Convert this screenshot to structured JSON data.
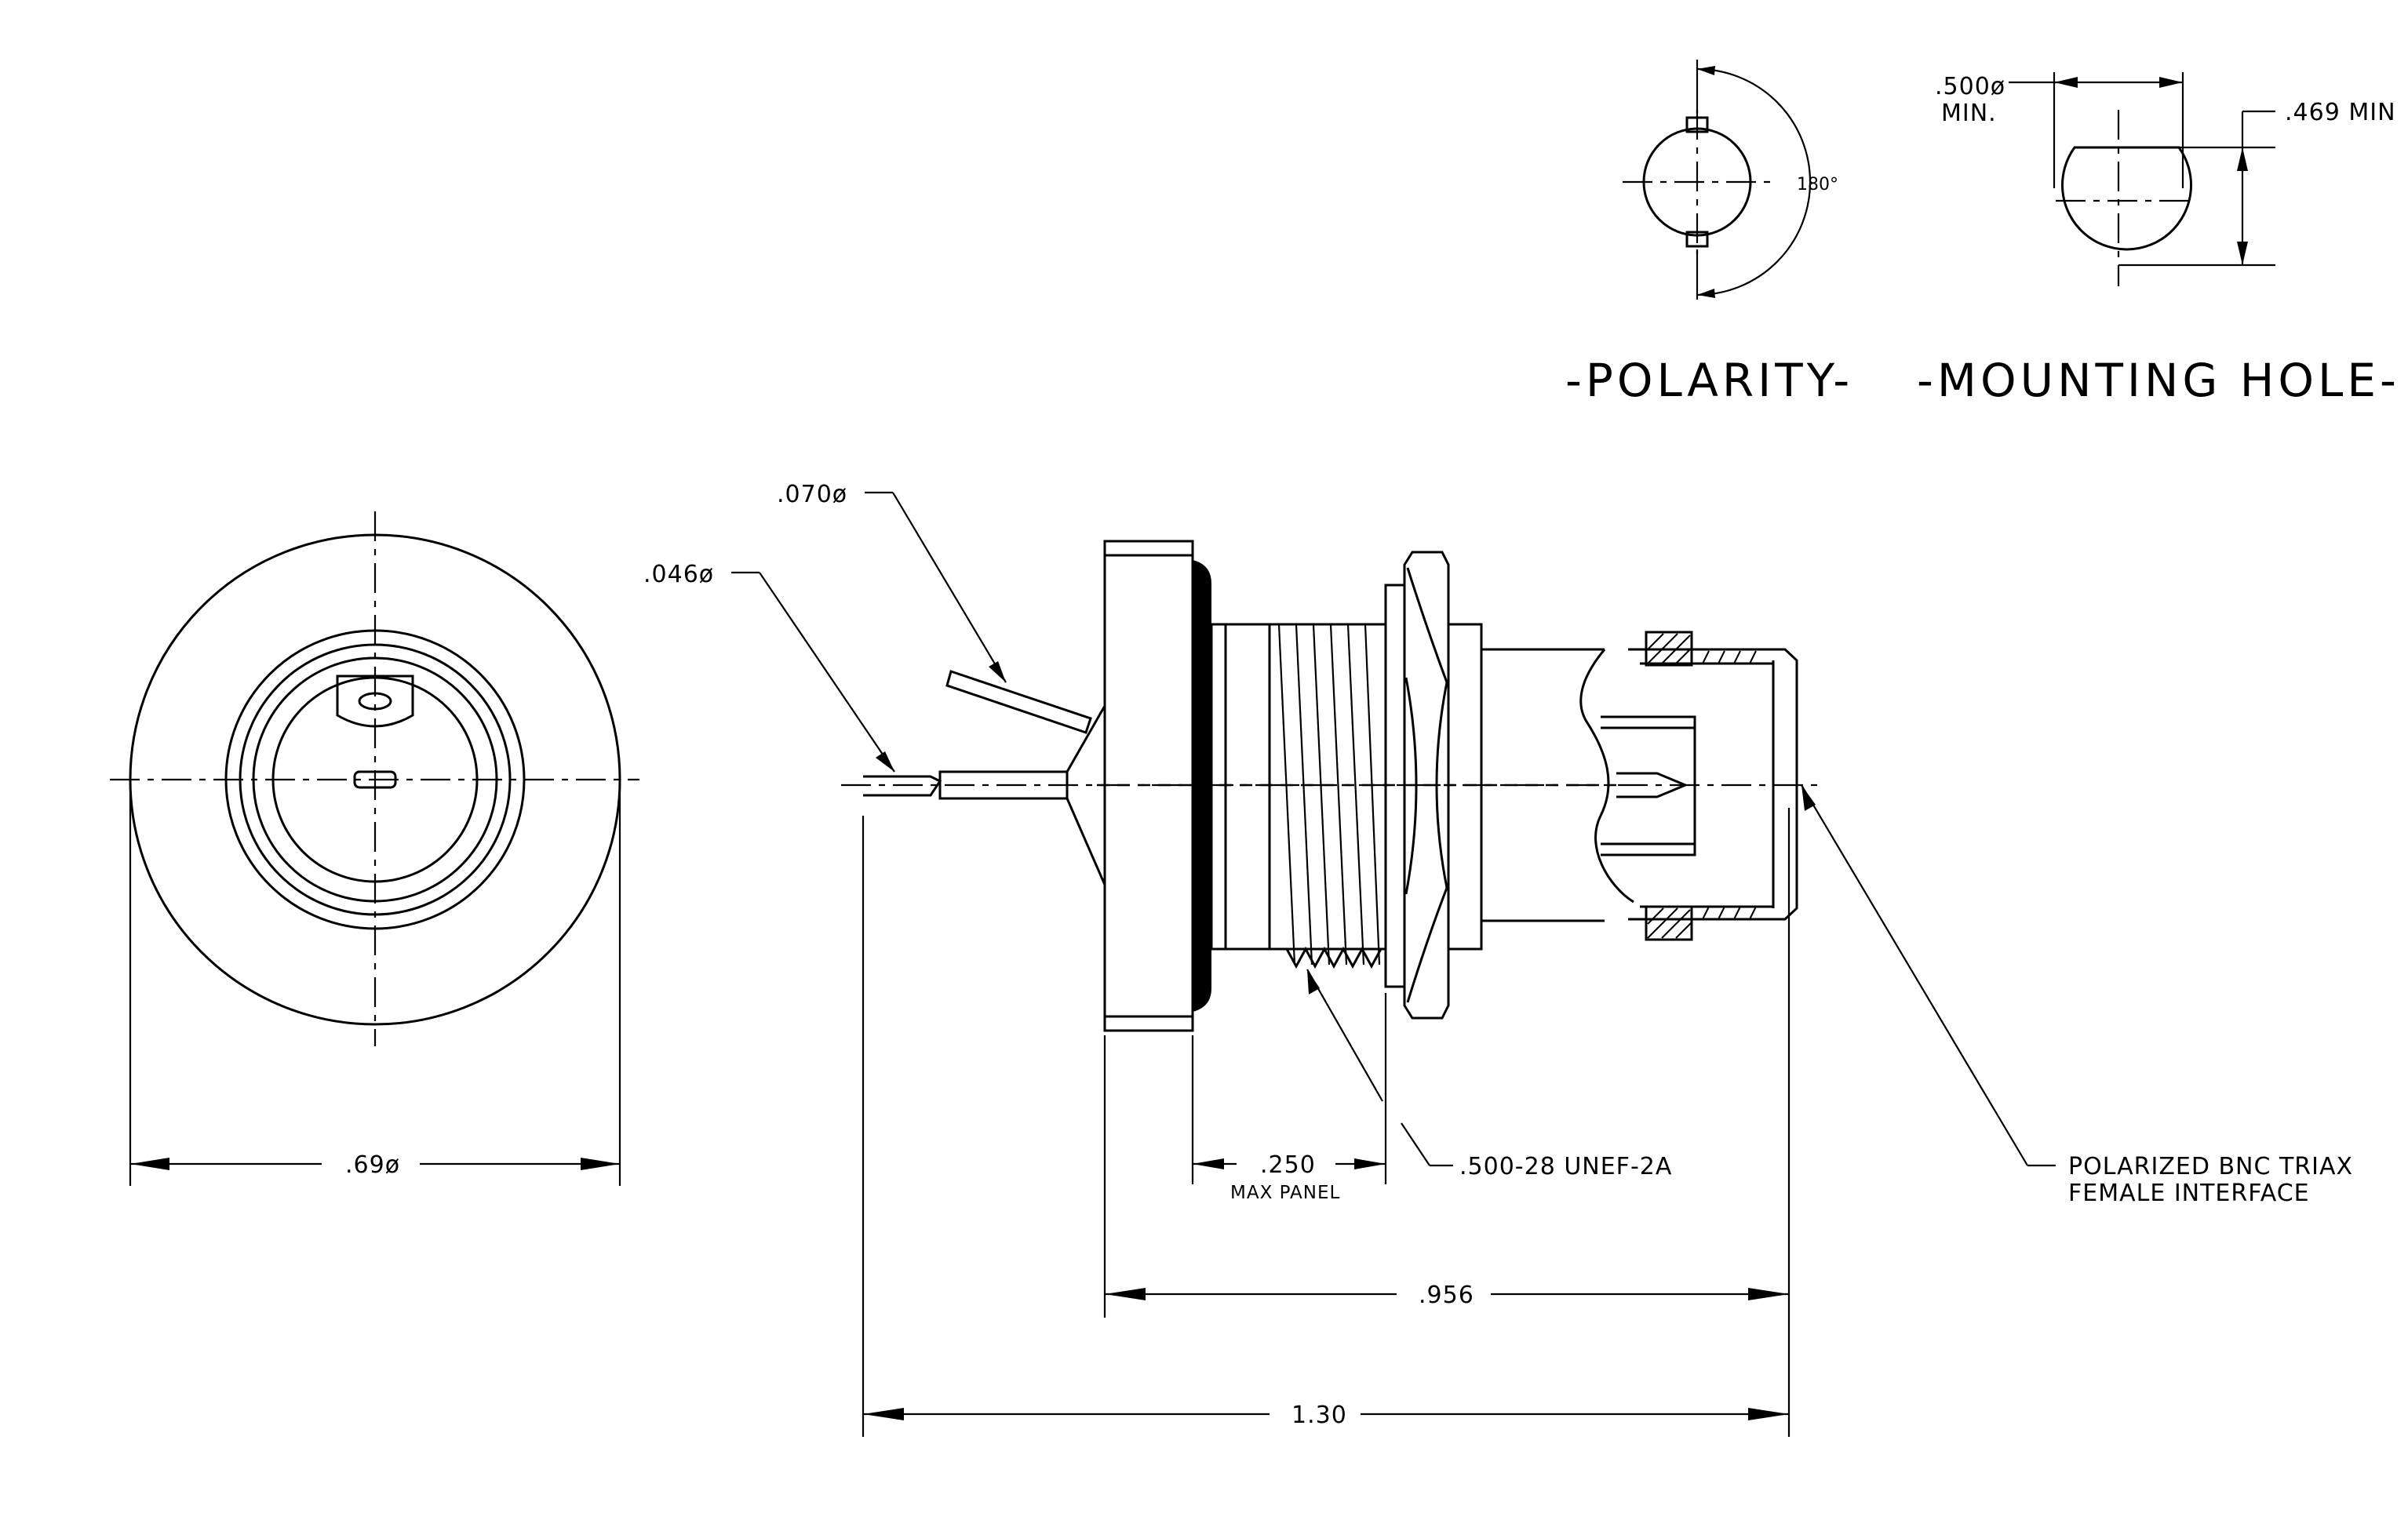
{
  "views": {
    "polarity": {
      "title": "-POLARITY-",
      "angle": "180°"
    },
    "mounting_hole": {
      "title": "-MOUNTING HOLE-",
      "diameter": ".500ø",
      "diameter_note": "MIN.",
      "flat": ".469 MIN"
    }
  },
  "front_view": {
    "diameter": ".69ø"
  },
  "side_view": {
    "pin_small": ".046ø",
    "pin_large": ".070ø",
    "panel": ".250",
    "panel_note": "MAX PANEL",
    "thread": ".500-28 UNEF-2A",
    "interface_line1": "POLARIZED BNC TRIAX",
    "interface_line2": "FEMALE INTERFACE",
    "length_body": ".956",
    "length_overall": "1.30"
  }
}
